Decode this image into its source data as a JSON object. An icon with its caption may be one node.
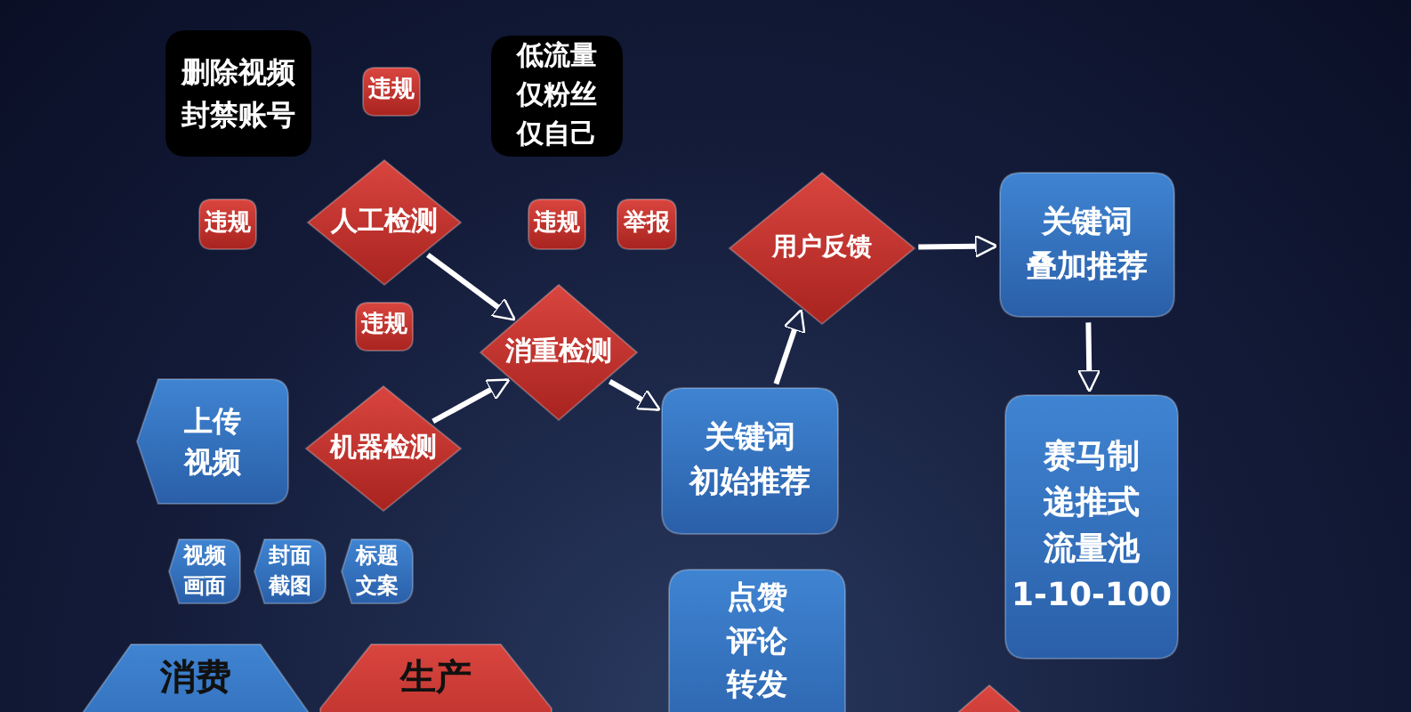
{
  "diagram": {
    "nodes": [
      {
        "text": [
          "删除视频封禁账号"
        ]
      },
      {
        "text": [
          "违规"
        ]
      },
      {
        "text": [
          "低流量仅粉丝仅自己"
        ]
      },
      {
        "text": [
          "违规"
        ]
      },
      {
        "text": [
          "人工检测"
        ]
      },
      {
        "text": [
          "违规"
        ]
      },
      {
        "text": [
          "举报"
        ]
      },
      {
        "text": [
          "用户反馈"
        ]
      },
      {
        "text": [
          "关键词",
          "叠加推荐"
        ]
      },
      {
        "text": [
          "违规"
        ]
      },
      {
        "text": [
          "消重检测"
        ]
      },
      {
        "text": [
          "上传",
          "视频"
        ]
      },
      {
        "text": [
          "机器检测"
        ]
      },
      {
        "text": [
          "关键词",
          "初始推荐"
        ]
      },
      {
        "text": [
          "赛马制递推式流量池",
          "1-10-100"
        ]
      },
      {
        "text": [
          "视频画面"
        ]
      },
      {
        "text": [
          "封面截图"
        ]
      },
      {
        "text": [
          "标题文案"
        ]
      },
      {
        "text": [
          "点赞评论转发"
        ]
      },
      {
        "text": [
          "消费"
        ]
      },
      {
        "text": [
          "生产"
        ]
      },
      {
        "text": [],
        "shape": "diamond"
      }
    ],
    "edges": [
      {
        "from": 4,
        "to": 10,
        "arrow": "to"
      },
      {
        "from": 12,
        "to": 10,
        "arrow": "to"
      },
      {
        "from": 10,
        "to": 13,
        "arrow": "to"
      },
      {
        "from": 13,
        "to": 7,
        "arrow": "to"
      },
      {
        "from": 7,
        "to": 8,
        "arrow": "to"
      },
      {
        "from": 8,
        "to": 14,
        "arrow": "to"
      }
    ]
  }
}
